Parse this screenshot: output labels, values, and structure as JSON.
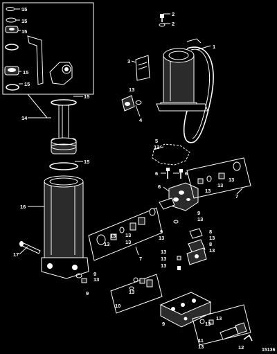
{
  "figure_ref": "15136",
  "callouts": {
    "c1": "1",
    "c2a": "2",
    "c2b": "2",
    "c3": "3",
    "c4": "4",
    "c5": "5",
    "c6a": "6",
    "c6b": "6",
    "c6c": "6",
    "c7a": "7",
    "c7b": "7",
    "c8a": "8",
    "c8b": "8",
    "c9a": "9",
    "c9b": "9",
    "c9c": "9",
    "c9d": "9",
    "c9e": "9",
    "c9f": "9",
    "c10": "10",
    "c11": "11",
    "c12": "12",
    "c13a": "13",
    "c13b": "13",
    "c13c": "13",
    "c13d": "13",
    "c13e": "13",
    "c13f": "13",
    "c13g": "13",
    "c13h": "13",
    "c13i": "13",
    "c13j": "13",
    "c13k": "13",
    "c13l": "13",
    "c13m": "13",
    "c13n": "13",
    "c13o": "13",
    "c13p": "13",
    "c13q": "13",
    "c13r": "13",
    "c13s": "13",
    "c13t": "13",
    "c13u": "13",
    "c14": "14",
    "c15a": "15",
    "c15b": "15",
    "c15c": "15",
    "c15d": "15",
    "c15e": "15",
    "c15f": "15",
    "c15g": "15",
    "c16": "16",
    "c17": "17"
  }
}
